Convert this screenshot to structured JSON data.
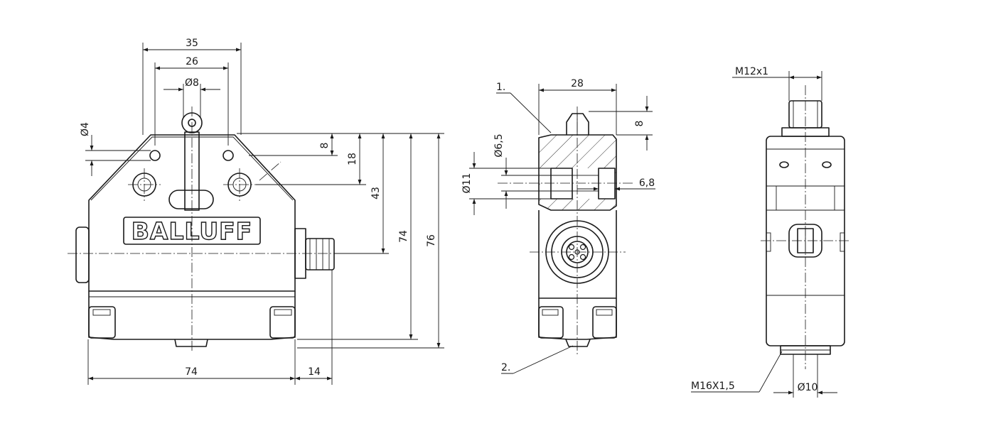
{
  "brand": {
    "logo_text": "BALLUFF"
  },
  "front_view": {
    "dims": {
      "width_35": "35",
      "width_26": "26",
      "dia_8": "Ø8",
      "dia_4": "Ø4",
      "h_8": "8",
      "h_18": "18",
      "h_43": "43",
      "h_74": "74",
      "h_76": "76",
      "w_74": "74",
      "w_14": "14"
    }
  },
  "side_view": {
    "dims": {
      "width_28": "28",
      "h_8": "8",
      "dia_6_5": "Ø6,5",
      "dia_11": "Ø11",
      "len_6_8": "6,8"
    },
    "callouts": {
      "c1": "1.",
      "c2": "2."
    }
  },
  "right_view": {
    "dims": {
      "thread_m12": "M12x1",
      "thread_m16": "M16X1,5",
      "dia_10": "Ø10"
    }
  }
}
